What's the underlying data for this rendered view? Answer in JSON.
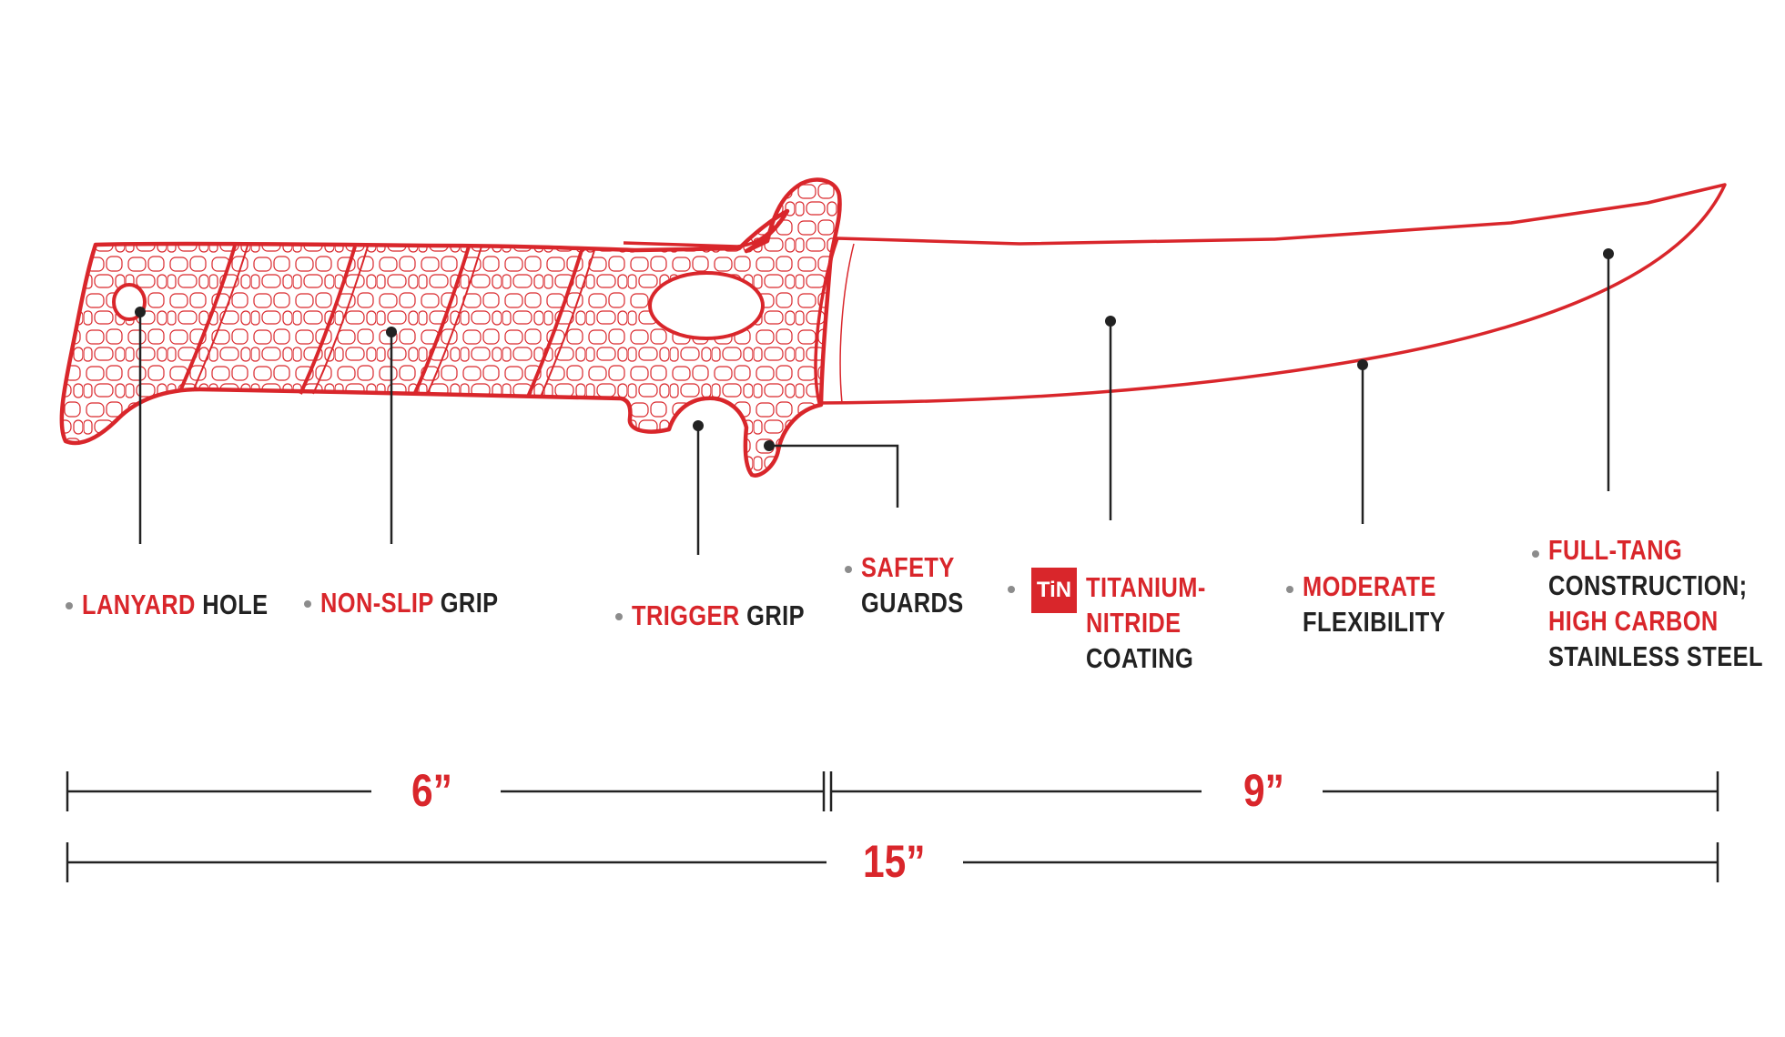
{
  "colors": {
    "accent": "#d9262b",
    "text": "#222222",
    "line": "#222222",
    "bullet": "#8c8c8c"
  },
  "features": [
    {
      "id": "lanyard",
      "lines": [
        [
          {
            "text": "LANYARD",
            "color": "red"
          },
          {
            "text": " HOLE",
            "color": "dark"
          }
        ]
      ]
    },
    {
      "id": "grip",
      "lines": [
        [
          {
            "text": "NON-SLIP",
            "color": "red"
          },
          {
            "text": " GRIP",
            "color": "dark"
          }
        ]
      ]
    },
    {
      "id": "trigger",
      "lines": [
        [
          {
            "text": "TRIGGER",
            "color": "red"
          },
          {
            "text": " GRIP",
            "color": "dark"
          }
        ]
      ]
    },
    {
      "id": "safety",
      "lines": [
        [
          {
            "text": "SAFETY",
            "color": "red"
          }
        ],
        [
          {
            "text": "GUARDS",
            "color": "dark"
          }
        ]
      ]
    },
    {
      "id": "coating",
      "badge": "TiN",
      "lines": [
        [
          {
            "text": "TITANIUM-",
            "color": "red"
          }
        ],
        [
          {
            "text": "NITRIDE",
            "color": "red"
          }
        ],
        [
          {
            "text": "COATING",
            "color": "dark"
          }
        ]
      ]
    },
    {
      "id": "flex",
      "lines": [
        [
          {
            "text": "MODERATE",
            "color": "red"
          }
        ],
        [
          {
            "text": "FLEXIBILITY",
            "color": "dark"
          }
        ]
      ]
    },
    {
      "id": "tang",
      "lines": [
        [
          {
            "text": "FULL-TANG",
            "color": "red"
          }
        ],
        [
          {
            "text": "CONSTRUCTION;",
            "color": "dark"
          }
        ],
        [
          {
            "text": "HIGH CARBON",
            "color": "red"
          }
        ],
        [
          {
            "text": "STAINLESS STEEL",
            "color": "dark"
          }
        ]
      ]
    }
  ],
  "dimensions": {
    "handle": "6”",
    "blade": "9”",
    "overall": "15”"
  }
}
